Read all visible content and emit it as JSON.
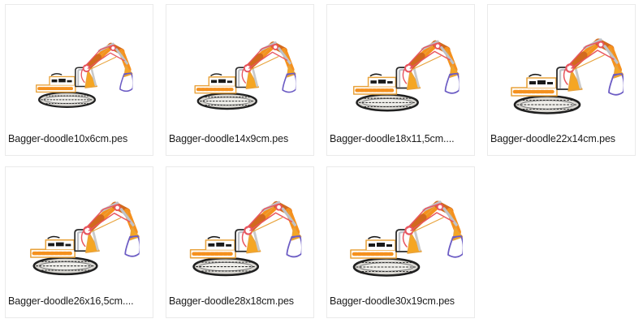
{
  "window": {
    "view_mode": "large-icons-grid",
    "columns": 4,
    "rows": 2,
    "background_color": "#ffffff",
    "tile_border_color": "#eaeaea",
    "label_color": "#1b1b1b"
  },
  "artwork": {
    "name": "excavator-embroidery-doodle",
    "colors": {
      "boom_orange": "#F5911E",
      "boom_orange_dark": "#D2691E",
      "outline_gold": "#E8A33D",
      "hydraulic_red": "#E8555F",
      "bucket_purple": "#6C5CC4",
      "cab_gray": "#B9BCC2",
      "track_dark": "#2C2C2C",
      "track_fill": "#D9D7D2",
      "body_black": "#1A1A1A"
    }
  },
  "files": [
    {
      "id": "f1",
      "name": "Bagger-doodle10x6cm.pes",
      "scale": 0.86,
      "selected": false
    },
    {
      "id": "f2",
      "name": "Bagger-doodle14x9cm.pes",
      "scale": 0.9,
      "selected": false
    },
    {
      "id": "f3",
      "name": "Bagger-doodle18x11,5cm....",
      "scale": 0.94,
      "selected": false
    },
    {
      "id": "f4",
      "name": "Bagger-doodle22x14cm.pes",
      "scale": 1.0,
      "selected": false
    },
    {
      "id": "f5",
      "name": "Bagger-doodle26x16,5cm....",
      "scale": 0.97,
      "selected": false
    },
    {
      "id": "f6",
      "name": "Bagger-doodle28x18cm.pes",
      "scale": 0.99,
      "selected": false
    },
    {
      "id": "f7",
      "name": "Bagger-doodle30x19cm.pes",
      "scale": 1.0,
      "selected": false
    }
  ]
}
